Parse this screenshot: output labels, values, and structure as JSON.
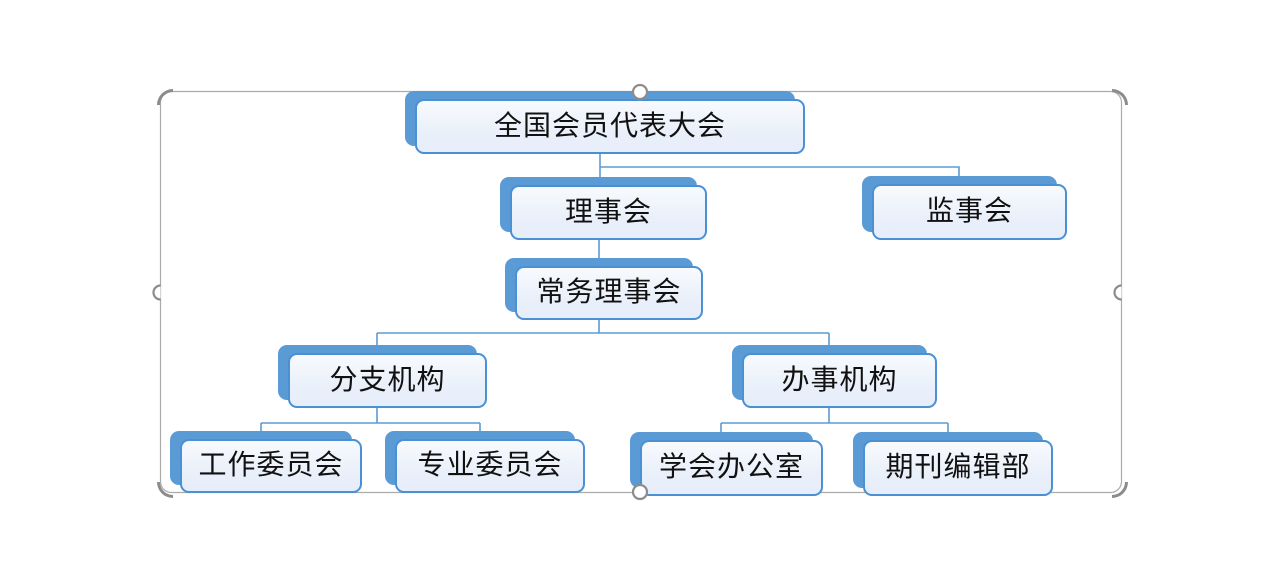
{
  "diagram": {
    "type": "org-chart",
    "nodes": [
      {
        "id": "national-congress",
        "label": "全国会员代表大会",
        "level": 1
      },
      {
        "id": "council",
        "label": "理事会",
        "level": 2
      },
      {
        "id": "supervisory-board",
        "label": "监事会",
        "level": 2
      },
      {
        "id": "standing-council",
        "label": "常务理事会",
        "level": 3
      },
      {
        "id": "branch-organs",
        "label": "分支机构",
        "level": 4
      },
      {
        "id": "admin-organs",
        "label": "办事机构",
        "level": 4
      },
      {
        "id": "work-committee",
        "label": "工作委员会",
        "level": 5
      },
      {
        "id": "professional-committee",
        "label": "专业委员会",
        "level": 5
      },
      {
        "id": "society-office",
        "label": "学会办公室",
        "level": 5
      },
      {
        "id": "journal-editorial",
        "label": "期刊编辑部",
        "level": 5
      }
    ],
    "edges": [
      [
        "national-congress",
        "council"
      ],
      [
        "national-congress",
        "supervisory-board"
      ],
      [
        "council",
        "standing-council"
      ],
      [
        "standing-council",
        "branch-organs"
      ],
      [
        "standing-council",
        "admin-organs"
      ],
      [
        "branch-organs",
        "work-committee"
      ],
      [
        "branch-organs",
        "professional-committee"
      ],
      [
        "admin-organs",
        "society-office"
      ],
      [
        "admin-organs",
        "journal-editorial"
      ]
    ]
  },
  "colors": {
    "accent_blue": "#5b9bd5",
    "box_border": "#4a90d5",
    "box_fill_top": "#f8fafd",
    "box_fill_bottom": "#e7edf9",
    "connector": "#5b9bd5",
    "selection_border": "#ababab",
    "handle_gray": "#8c8c8c",
    "text": "#111111"
  },
  "selection_chrome": {
    "handles": [
      "corner-arc-top-left",
      "corner-arc-top-right",
      "corner-arc-bottom-left",
      "corner-arc-bottom-right",
      "side-arc-left",
      "side-arc-right",
      "circle-top-center",
      "circle-bottom-center"
    ]
  }
}
